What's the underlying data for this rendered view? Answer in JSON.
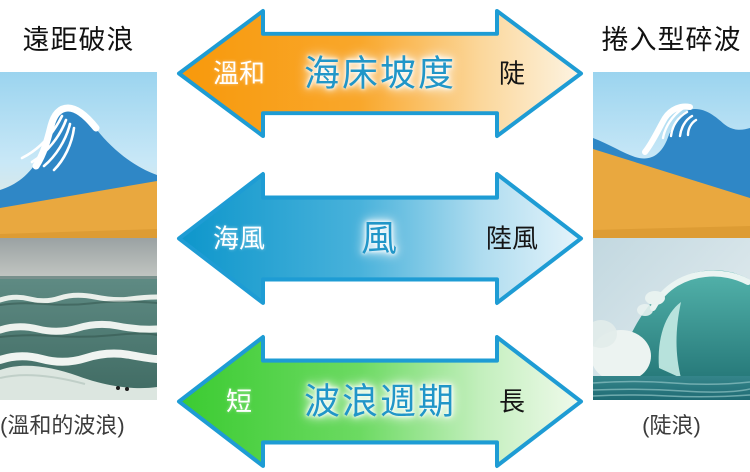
{
  "left_panel": {
    "title": "遠距破浪",
    "caption": "(溫和的波浪)",
    "illustration": "gentle-slope-cartoon-wave",
    "photo": "spilling-waves-photo"
  },
  "right_panel": {
    "title": "捲入型碎波",
    "caption": "(陡浪)",
    "illustration": "steep-slope-curling-cartoon-wave",
    "photo": "barrel-wave-photo"
  },
  "arrows": [
    {
      "name": "seabed-slope",
      "left_label": "溫和",
      "center_label": "海床坡度",
      "right_label": "陡",
      "gradient": [
        "#F8990B",
        "#F9A72B",
        "#FBD79B",
        "#FDF4E3"
      ]
    },
    {
      "name": "wind",
      "left_label": "海風",
      "center_label": "風",
      "right_label": "陸風",
      "gradient": [
        "#0D96CB",
        "#49B2DB",
        "#AEDCEF",
        "#E6F4FB"
      ]
    },
    {
      "name": "wave-period",
      "left_label": "短",
      "center_label": "波浪週期",
      "right_label": "長",
      "gradient": [
        "#3BCB31",
        "#6CDA62",
        "#C3EFBD",
        "#F0FAEC"
      ]
    }
  ],
  "colors": {
    "arrow_outline": "#1E9CD4",
    "center_label_text": "#2196C8",
    "cartoon_wave_blue": "#2F87C6",
    "sand_orange": "#E9A83F",
    "title_text": "#111111",
    "caption_text": "#3C3C3C"
  }
}
